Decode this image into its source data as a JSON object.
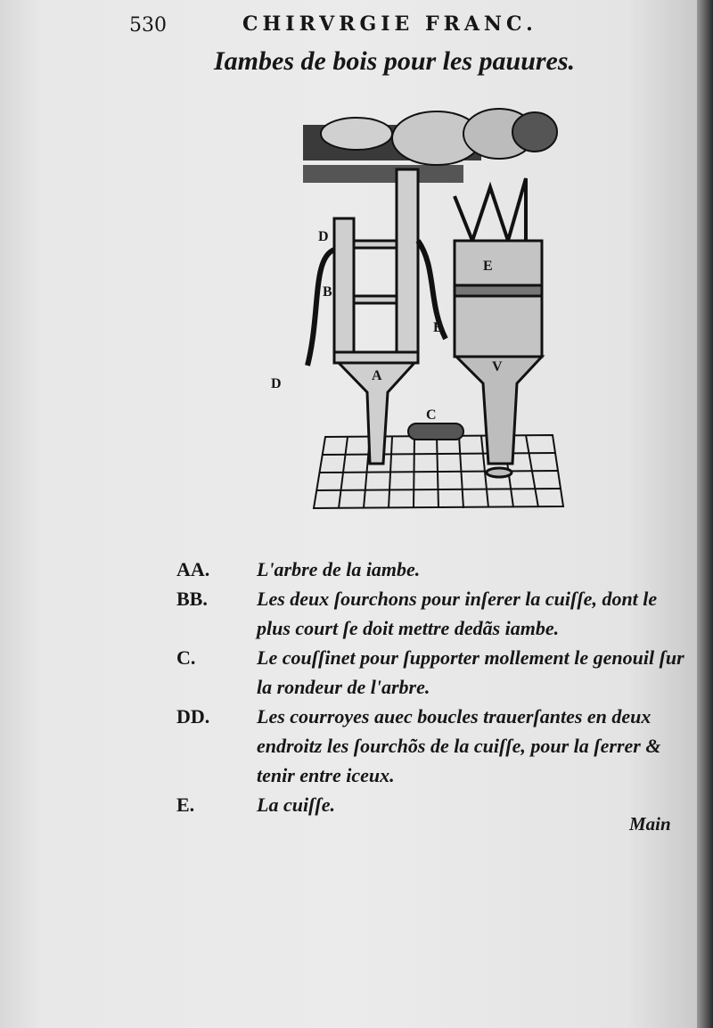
{
  "header": {
    "page_number": "530",
    "running_title": "CHIRVRGIE FRANC.",
    "title": "Iambes de bois pour les pauures."
  },
  "figure": {
    "labels": [
      "D",
      "B",
      "D",
      "A",
      "C",
      "V",
      "E",
      "B"
    ]
  },
  "legend": [
    {
      "key": "AA.",
      "text": "L'arbre de la iambe."
    },
    {
      "key": "BB.",
      "text": "Les deux ſourchons pour inſerer la cuiſſe, dont le plus court ſe doit mettre dedãs iambe."
    },
    {
      "key": "C.",
      "text": "Le couſſinet pour ſupporter mollement le genouil ſur la rondeur de l'arbre."
    },
    {
      "key": "DD.",
      "text": "Les courroyes auec boucles trauerſantes en deux endroitz les ſourchõs de la cuiſſe, pour la ſerrer & tenir entre iceux."
    },
    {
      "key": "E.",
      "text": "La cuiſſe."
    }
  ],
  "catchword": "Main"
}
